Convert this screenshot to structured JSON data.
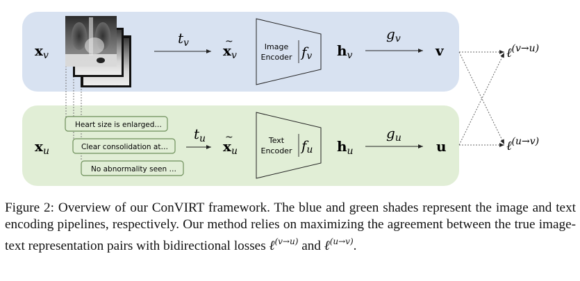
{
  "figure": {
    "image_pipeline": {
      "color": "#d8e2f1",
      "input_label": "x_v",
      "transform_label": "t_v",
      "augmented_label": "x̃_v",
      "encoder_line1": "Image",
      "encoder_line2": "Encoder",
      "encoder_fn": "f_v",
      "hidden_label": "h_v",
      "projection_label": "g_v",
      "output_label": "v",
      "image_count": 3
    },
    "text_pipeline": {
      "color": "#e1eed6",
      "input_label": "x_u",
      "transform_label": "t_u",
      "augmented_label": "x̃_u",
      "encoder_line1": "Text",
      "encoder_line2": "Encoder",
      "encoder_fn": "f_u",
      "hidden_label": "h_u",
      "projection_label": "g_u",
      "output_label": "u",
      "reports": [
        "Heart size is enlarged…",
        "Clear consolidation at…",
        "No abnormality seen …"
      ]
    },
    "losses": {
      "v_to_u": "ℓ",
      "v_to_u_sup": "(v→u)",
      "u_to_v": "ℓ",
      "u_to_v_sup": "(u→v)"
    }
  },
  "caption": {
    "prefix": "Figure 2:",
    "line1_text": " Overview of our ConVIRT framework.  The blue and green shades represent the image and text encoding pipelines, respectively. Our method relies on maximizing the agreement between the true image-text representation pairs with bidirectional losses ",
    "loss1": "ℓ",
    "loss1_sup": "(v→u)",
    "and_text": " and ",
    "loss2": "ℓ",
    "loss2_sup": "(u→v)",
    "end": "."
  }
}
